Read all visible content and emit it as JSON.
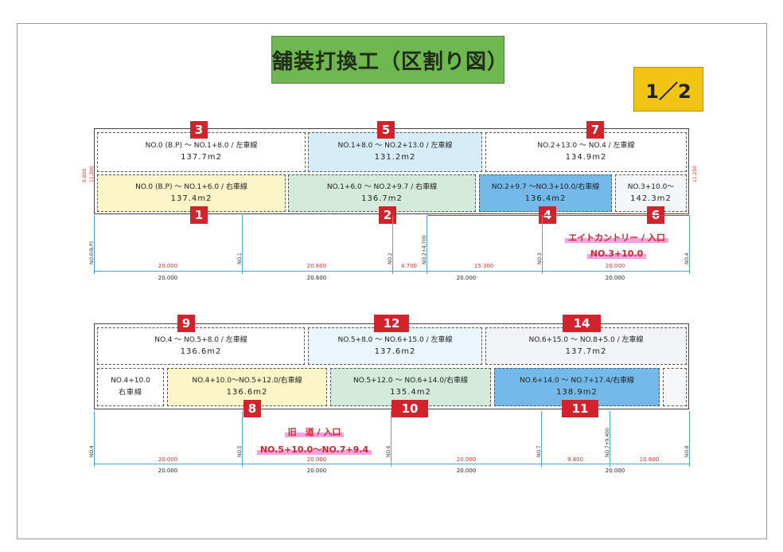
{
  "title": "舗装打換工（区割り図）",
  "page_indicator": "1／2",
  "section1": {
    "top_blocks": [
      {
        "badge": "3",
        "range": "NO.0 (B.P) ～ NO.1+8.0 / 左車線",
        "area": "137.7m2",
        "color": "#ffffff"
      },
      {
        "badge": "5",
        "range": "NO.1+8.0 ～ NO.2+13.0 / 左車線",
        "area": "131.2m2",
        "color": "#d6edf8"
      },
      {
        "badge": "7",
        "range": "NO.2+13.0 ～ NO.4 / 左車線",
        "area": "134.9m2",
        "color": "#ffffff"
      }
    ],
    "bottom_blocks": [
      {
        "badge": "1",
        "range": "NO.0 (B.P) ～ NO.1+6.0 / 右車線",
        "area": "137.4m2",
        "color": "#fbf5c8"
      },
      {
        "badge": "2",
        "range": "NO.1+6.0 ～ NO.2+9.7 / 右車線",
        "area": "136.7m2",
        "color": "#d4ebdc"
      },
      {
        "badge": "4",
        "range": "NO.2+9.7 ～NO.3+10.0/右車線",
        "area": "136.4m2",
        "color": "#73b9ea"
      },
      {
        "badge": "6",
        "range": "NO.3+10.0～",
        "area": "142.3m2",
        "color": "#f4f6f8"
      }
    ],
    "stations": [
      "NO.0(B.P)",
      "NO.1",
      "NO.2",
      "NO.2+4.700",
      "NO.3",
      "NO.4"
    ],
    "side_dims": {
      "left_outer": "9.800",
      "left_inner": "11.300",
      "right": "11.250"
    },
    "red_dims": [
      "20.000",
      "20.600",
      "4.700",
      "15.300",
      "20.000"
    ],
    "black_dims": [
      "20.000",
      "20.600",
      "20.000",
      "20.000"
    ],
    "entry": {
      "label": "エイトカントリー / 入口",
      "station": "NO.3+10.0"
    }
  },
  "section2": {
    "top_blocks": [
      {
        "badge": "9",
        "range": "NO.4 ～ NO.5+8.0 / 左車線",
        "area": "136.6m2",
        "color": "#ffffff"
      },
      {
        "badge": "12",
        "range": "NO.5+8.0 ～ NO.6+15.0 / 左車線",
        "area": "137.6m2",
        "color": "#eaf6fb"
      },
      {
        "badge": "14",
        "range": "NO.6+15.0 ～ NO.8+5.0 / 左車線",
        "area": "137.7m2",
        "color": "#f1f3f6"
      }
    ],
    "bottom_blocks": [
      {
        "badge": "",
        "range": "NO.4+10.0",
        "area": "右車線",
        "color": "#ffffff"
      },
      {
        "badge": "8",
        "range": "NO.4+10.0～NO.5+12.0/右車線",
        "area": "136.6m2",
        "color": "#fbf5c8"
      },
      {
        "badge": "10",
        "range": "NO.5+12.0 ～ NO.6+14.0/右車線",
        "area": "135.4m2",
        "color": "#d4ebdc"
      },
      {
        "badge": "11",
        "range": "NO.6+14.0 ～ NO.7+17.4/右車線",
        "area": "138.9m2",
        "color": "#73b9ea"
      }
    ],
    "stations": [
      "NO.4",
      "NO.5",
      "NO.6",
      "NO.7",
      "NO.7+9.400",
      "NO.8"
    ],
    "red_dims": [
      "20.000",
      "20.000",
      "20.000",
      "9.400",
      "10.600"
    ],
    "black_dims": [
      "20.000",
      "20.000",
      "20.000",
      "20.000"
    ],
    "entry": {
      "label": "旧　道 / 入口",
      "station": "NO.5+10.0～NO.7+9.4"
    }
  }
}
